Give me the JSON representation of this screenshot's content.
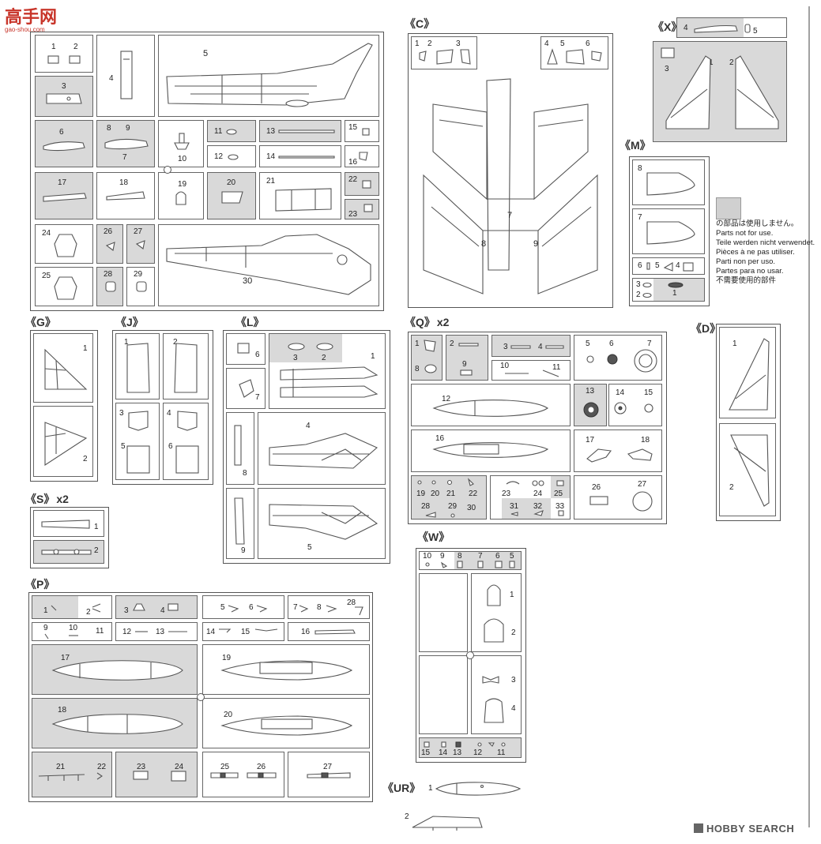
{
  "watermark": {
    "cn": "高手网",
    "url": "gao-shou.com"
  },
  "brand": {
    "name": "HOBBY SEARCH"
  },
  "legend": {
    "lines": [
      "の部品は使用しません。",
      "Parts not for use.",
      "Teile werden nicht verwendet.",
      "Pièces à ne pas utiliser.",
      "Parti non per uso.",
      "Partes para no usar.",
      "不需要使用的部件"
    ]
  },
  "sprues": {
    "main": {
      "parts": [
        "1",
        "2",
        "3",
        "4",
        "5",
        "6",
        "7",
        "8",
        "9",
        "10",
        "11",
        "12",
        "13",
        "14",
        "15",
        "16",
        "17",
        "18",
        "19",
        "20",
        "21",
        "22",
        "23",
        "24",
        "25",
        "26",
        "27",
        "28",
        "29",
        "30"
      ]
    },
    "C": {
      "label": "《C》",
      "parts": [
        "1",
        "2",
        "3",
        "4",
        "5",
        "6",
        "7",
        "8",
        "9"
      ]
    },
    "X": {
      "label": "《X》",
      "parts": [
        "1",
        "2",
        "3",
        "4",
        "5"
      ]
    },
    "M": {
      "label": "《M》",
      "parts": [
        "1",
        "2",
        "3",
        "4",
        "5",
        "6",
        "7",
        "8"
      ]
    },
    "G": {
      "label": "《G》",
      "parts": [
        "1",
        "2"
      ]
    },
    "J": {
      "label": "《J》",
      "parts": [
        "1",
        "2",
        "3",
        "4",
        "5",
        "6"
      ]
    },
    "L": {
      "label": "《L》",
      "parts": [
        "1",
        "2",
        "3",
        "4",
        "5",
        "6",
        "7",
        "8",
        "9"
      ]
    },
    "Q": {
      "label": "《Q》",
      "mult": "x2",
      "parts": [
        "1",
        "2",
        "3",
        "4",
        "5",
        "6",
        "7",
        "8",
        "9",
        "10",
        "11",
        "12",
        "13",
        "14",
        "15",
        "16",
        "17",
        "18",
        "19",
        "20",
        "21",
        "22",
        "23",
        "24",
        "25",
        "26",
        "27",
        "28",
        "29",
        "30",
        "31",
        "32",
        "33"
      ]
    },
    "D": {
      "label": "《D》",
      "parts": [
        "1",
        "2"
      ]
    },
    "S": {
      "label": "《S》",
      "mult": "x2",
      "parts": [
        "1",
        "2"
      ]
    },
    "W": {
      "label": "《W》",
      "parts": [
        "10",
        "9",
        "8",
        "7",
        "6",
        "5",
        "1",
        "2",
        "3",
        "4",
        "15",
        "14",
        "13",
        "12",
        "11"
      ]
    },
    "P": {
      "label": "《P》",
      "parts": [
        "1",
        "2",
        "3",
        "4",
        "5",
        "6",
        "7",
        "8",
        "28",
        "9",
        "10",
        "11",
        "12",
        "13",
        "14",
        "15",
        "16",
        "17",
        "18",
        "19",
        "20",
        "21",
        "22",
        "23",
        "24",
        "25",
        "26",
        "27"
      ]
    },
    "UR": {
      "label": "《UR》",
      "parts": [
        "1",
        "2"
      ]
    }
  }
}
